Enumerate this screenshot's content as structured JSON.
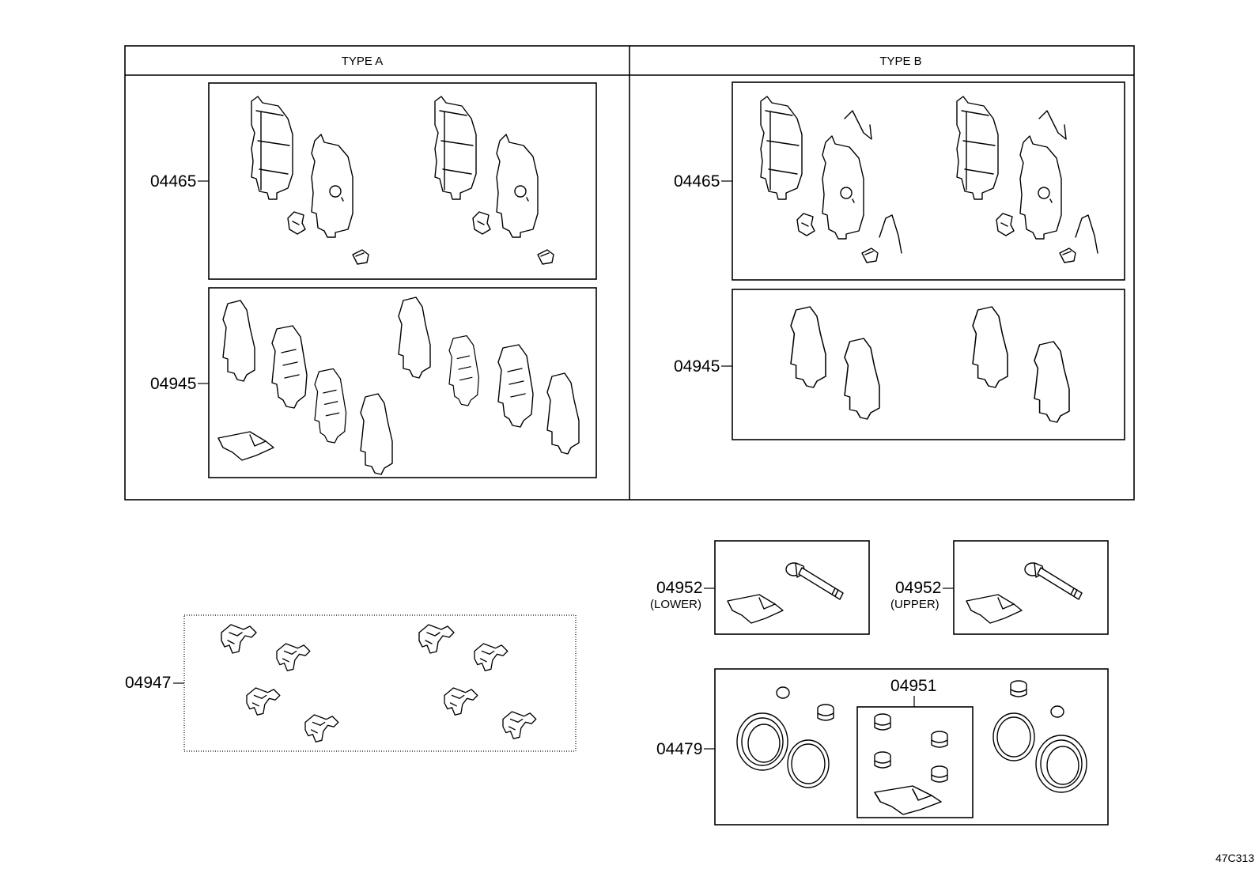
{
  "panels": {
    "type_a": {
      "header": "TYPE A",
      "parts": [
        "04465",
        "04945"
      ]
    },
    "type_b": {
      "header": "TYPE B",
      "parts": [
        "04465",
        "04945"
      ]
    }
  },
  "callouts": {
    "p04947": "04947",
    "p04952_lower": {
      "number": "04952",
      "note": "(LOWER)"
    },
    "p04952_upper": {
      "number": "04952",
      "note": "(UPPER)"
    },
    "p04479": "04479",
    "p04951": "04951"
  },
  "reference_code": "47C313"
}
